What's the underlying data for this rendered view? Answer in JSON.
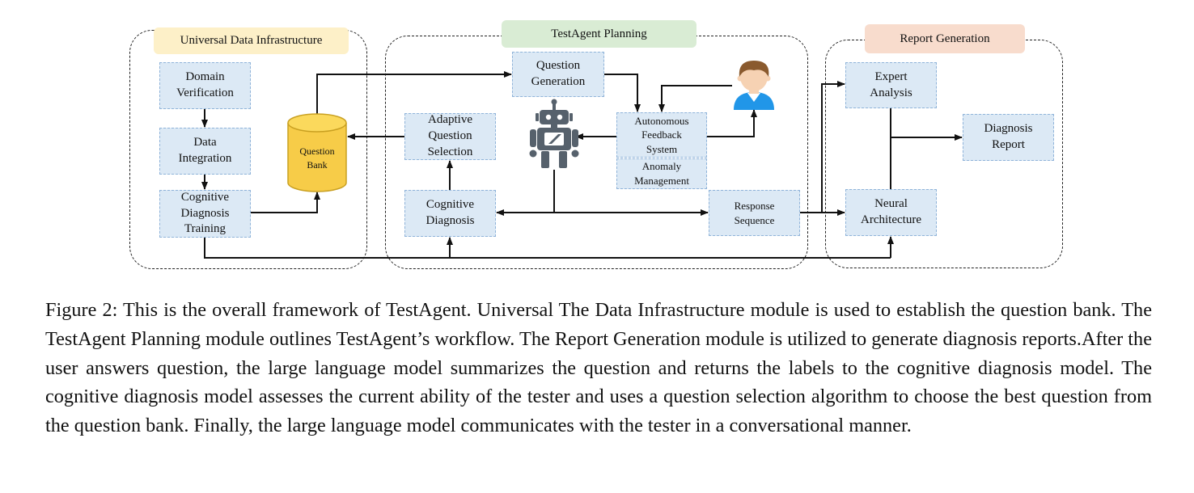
{
  "regions": {
    "universal_data_infrastructure": {
      "title": "Universal Data Infrastructure"
    },
    "testagent_planning": {
      "title": "TestAgent Planning"
    },
    "report_generation": {
      "title": "Report Generation"
    }
  },
  "colors": {
    "data_title_bg": "#fdf0c8",
    "planning_title_bg": "#d9ecd4",
    "report_title_bg": "#f8dccd",
    "box_fill": "#dce9f5",
    "box_border": "#8fb3d9",
    "bank_fill": "#f7cc48",
    "bank_border": "#c9a021",
    "robot": "#56616c",
    "user_skin": "#f6d2b3",
    "user_hair": "#8a5a2e",
    "user_shirt": "#2196e8"
  },
  "nodes": {
    "domain_verification": [
      "Domain",
      "Verification"
    ],
    "data_integration": [
      "Data",
      "Integration"
    ],
    "cognitive_diagnosis_training": [
      "Cognitive",
      "Diagnosis",
      "Training"
    ],
    "question_bank": [
      "Question",
      "Bank"
    ],
    "question_generation": [
      "Question",
      "Generation"
    ],
    "adaptive_question_selection": [
      "Adaptive",
      "Question",
      "Selection"
    ],
    "cognitive_diagnosis": [
      "Cognitive",
      "Diagnosis"
    ],
    "autonomous_feedback_system": [
      "Autonomous",
      "Feedback",
      "System"
    ],
    "anomaly_management": [
      "Anomaly",
      "Management"
    ],
    "response_sequence": [
      "Response",
      "Sequence"
    ],
    "expert_analysis": [
      "Expert",
      "Analysis"
    ],
    "neural_architecture": [
      "Neural",
      "Architecture"
    ],
    "diagnosis_report": [
      "Diagnosis",
      "Report"
    ]
  },
  "icons": {
    "agent": "robot-icon",
    "tester": "user-icon",
    "bank": "database-icon"
  },
  "caption": "Figure 2: This is the overall framework of TestAgent. Universal The Data Infrastructure module is used to establish the question bank. The TestAgent Planning module outlines TestAgent’s workflow. The Report Generation module is utilized to generate diagnosis reports.After the user answers question, the large language model summarizes the question and returns the labels to the cognitive diagnosis model. The cognitive diagnosis model assesses the current ability of the tester and uses a question selection algorithm to choose the best question from the question bank. Finally, the large language model communicates with the tester in a conversational manner."
}
